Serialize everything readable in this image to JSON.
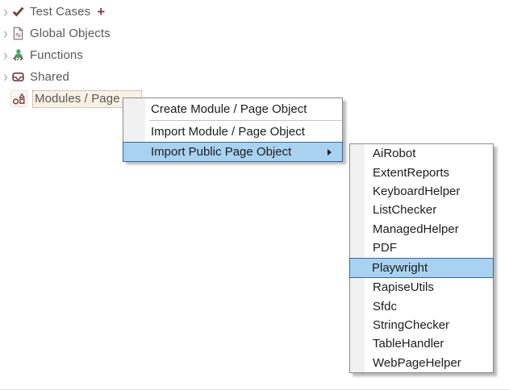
{
  "tree": {
    "items": [
      {
        "icon": "checkmark-icon",
        "label": "Test Cases",
        "has_add_button": true
      },
      {
        "icon": "document-icon",
        "label": "Global Objects"
      },
      {
        "icon": "functions-icon",
        "label": "Functions"
      },
      {
        "icon": "inbox-icon",
        "label": "Shared"
      },
      {
        "icon": "shapes-icon",
        "label": "Modules / Page",
        "selected": true
      }
    ]
  },
  "icons": {
    "chevron": "›",
    "plus": "+",
    "submenu_arrow": "right-triangle"
  },
  "context_menu": {
    "items": [
      {
        "label": "Create Module / Page Object"
      },
      {
        "label": "Import Module / Page Object"
      },
      {
        "label": "Import Public Page Object",
        "highlighted": true,
        "has_submenu": true
      }
    ]
  },
  "submenu": {
    "highlighted": "Playwright",
    "items": [
      "AiRobot",
      "ExtentReports",
      "KeyboardHelper",
      "ListChecker",
      "ManagedHelper",
      "PDF",
      "Playwright",
      "RapiseUtils",
      "Sfdc",
      "StringChecker",
      "TableHandler",
      "WebPageHelper"
    ]
  },
  "colors": {
    "background": "#FFFFFF",
    "tree_text": "#595959",
    "tree_selected_bg": "#FAF0E3",
    "tree_selected_border": "#9E9E9E",
    "icon_maroon": "#7A4149",
    "icon_green": "#47A464",
    "menu_text": "#1C1C1C",
    "menu_border": "#8B8B8B",
    "menu_gutter": "#F2F1F1",
    "highlight_fill": "#A9D2F0",
    "highlight_border": "#35689B"
  }
}
